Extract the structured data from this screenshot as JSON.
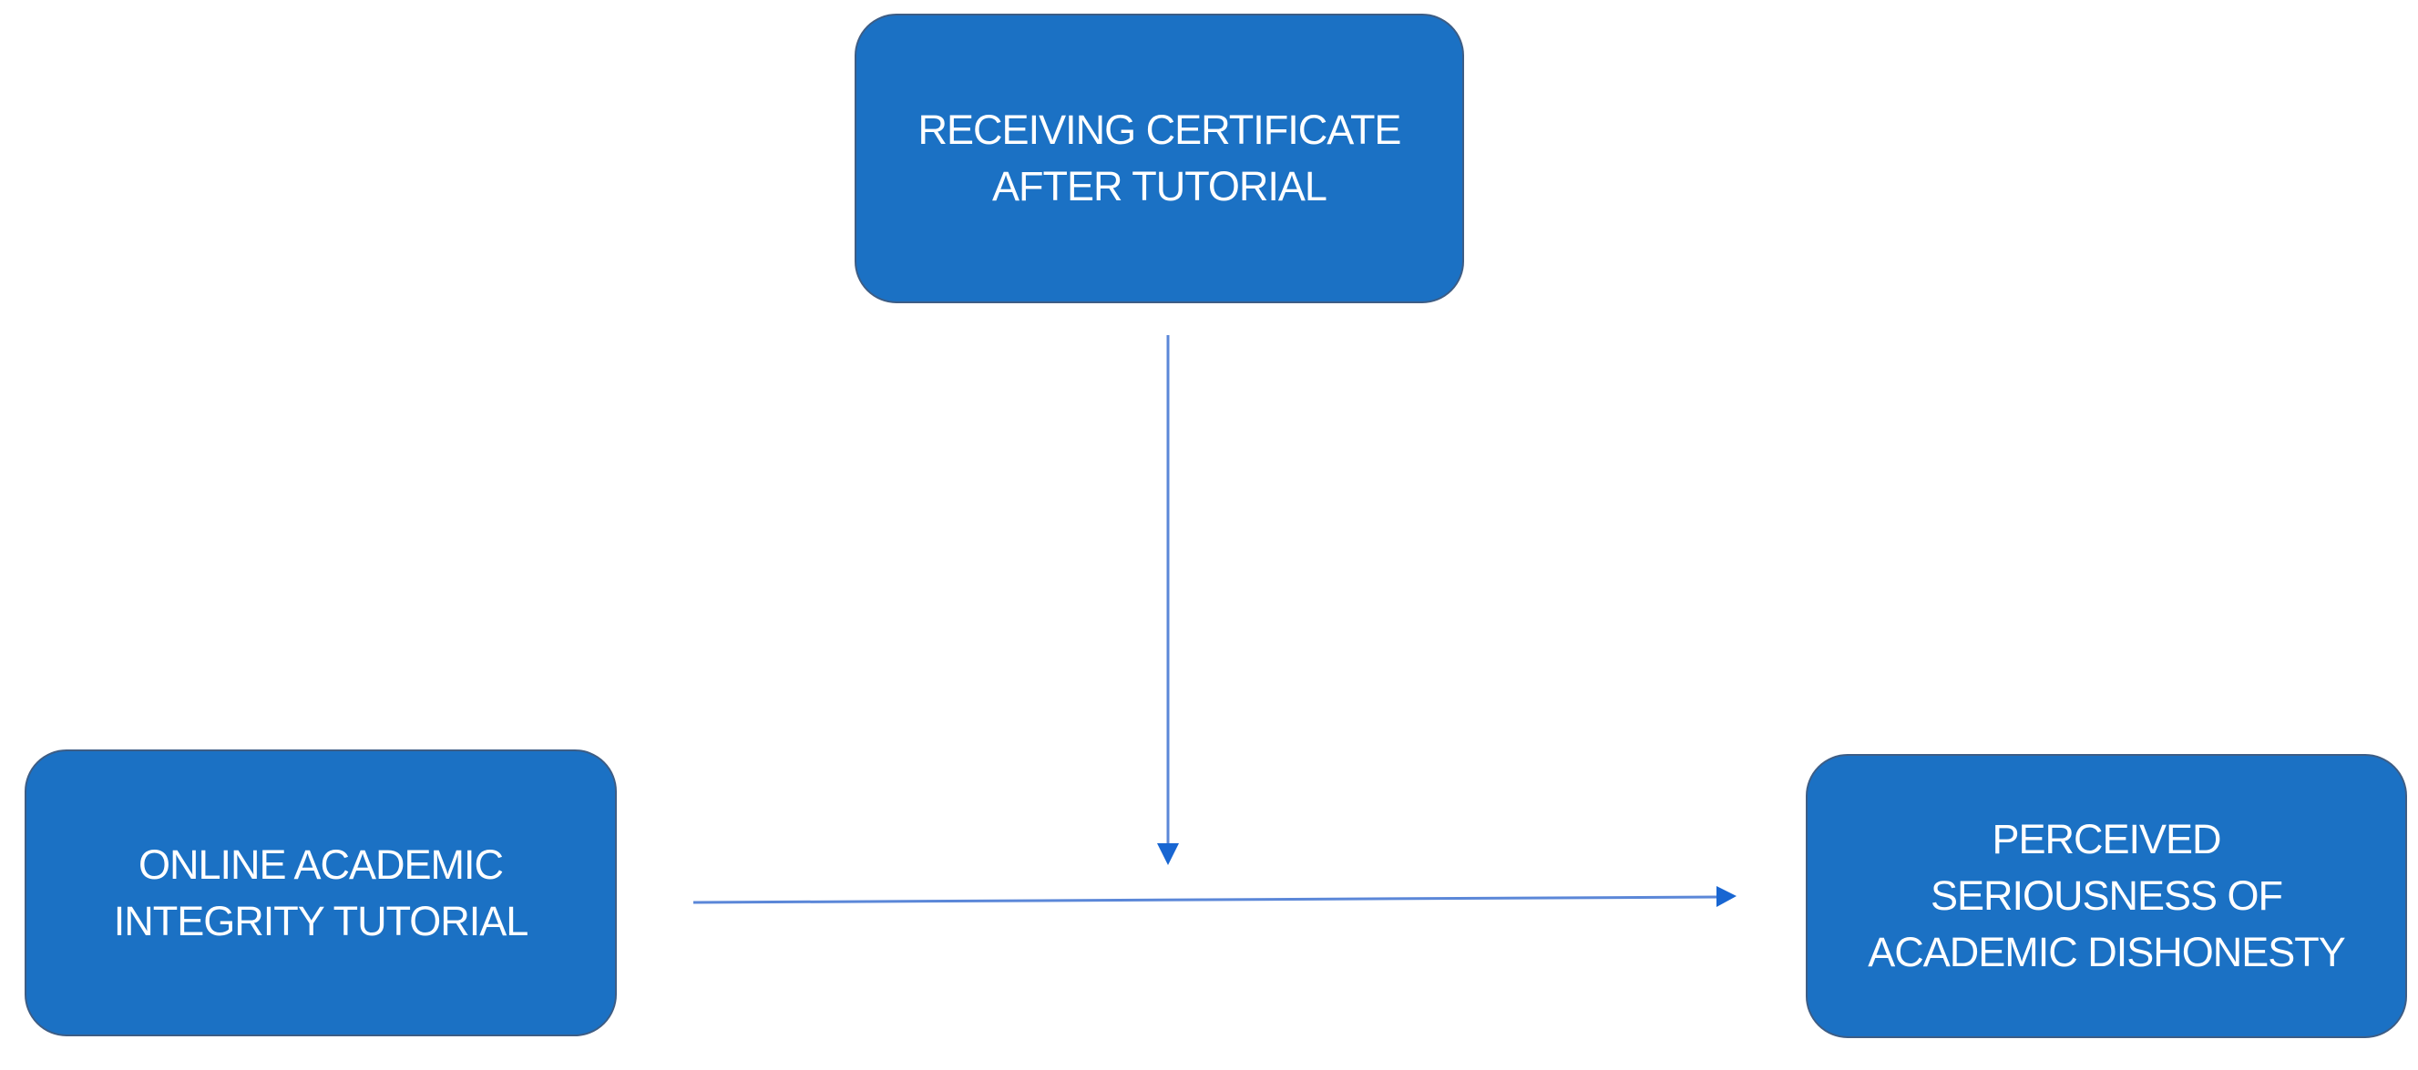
{
  "colors": {
    "background": "#ffffff",
    "node_fill": "#1b71c4",
    "node_border": "#3d5d85",
    "node_text": "#ffffff",
    "arrow_line": "#5b87d8",
    "arrow_head": "#1866d2"
  },
  "diagram": {
    "type": "moderation-model-flowchart",
    "nodes": {
      "moderator": {
        "lines": [
          "RECEIVING CERTIFICATE",
          "AFTER TUTORIAL"
        ]
      },
      "predictor": {
        "lines": [
          "ONLINE ACADEMIC",
          "INTEGRITY TUTORIAL"
        ]
      },
      "outcome": {
        "lines": [
          "PERCEIVED",
          "SERIOUSNESS OF",
          "ACADEMIC DISHONESTY"
        ]
      }
    },
    "edges": [
      {
        "from": "RECEIVING CERTIFICATE AFTER TUTORIAL",
        "to": "arrow between ONLINE ACADEMIC INTEGRITY TUTORIAL and PERCEIVED SERIOUSNESS OF ACADEMIC DISHONESTY",
        "direction": "down",
        "head": "filled-triangle"
      },
      {
        "from": "ONLINE ACADEMIC INTEGRITY TUTORIAL",
        "to": "PERCEIVED SERIOUSNESS OF ACADEMIC DISHONESTY",
        "direction": "right",
        "head": "filled-triangle"
      }
    ]
  }
}
